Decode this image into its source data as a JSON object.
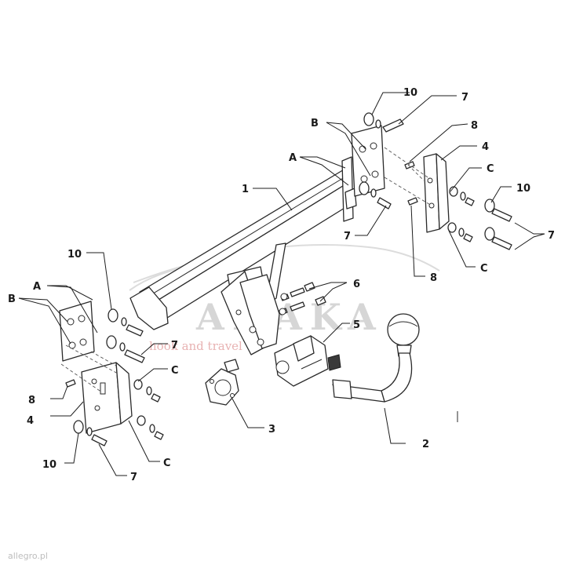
{
  "watermark": {
    "brand": "AHAKA",
    "sub": "hook and travel",
    "seller": "allegro.pl"
  },
  "labels": {
    "l1": "1",
    "l2": "2",
    "l3": "3",
    "l4_right": "4",
    "l4_left": "4",
    "l5": "5",
    "l6": "6",
    "l7_top": "7",
    "l7_mid": "7",
    "l7_right": "7",
    "l7_left_mid": "7",
    "l7_left_bottom": "7",
    "l8_top": "8",
    "l8_mid": "8",
    "l8_left": "8",
    "l10_top": "10",
    "l10_right": "10",
    "l10_left_top": "10",
    "l10_left_bottom": "10",
    "a_top": "A",
    "a_left": "A",
    "b_top": "B",
    "b_left": "B",
    "c_top": "C",
    "c_mid": "C",
    "c_left_top": "C",
    "c_left_bottom": "C"
  }
}
